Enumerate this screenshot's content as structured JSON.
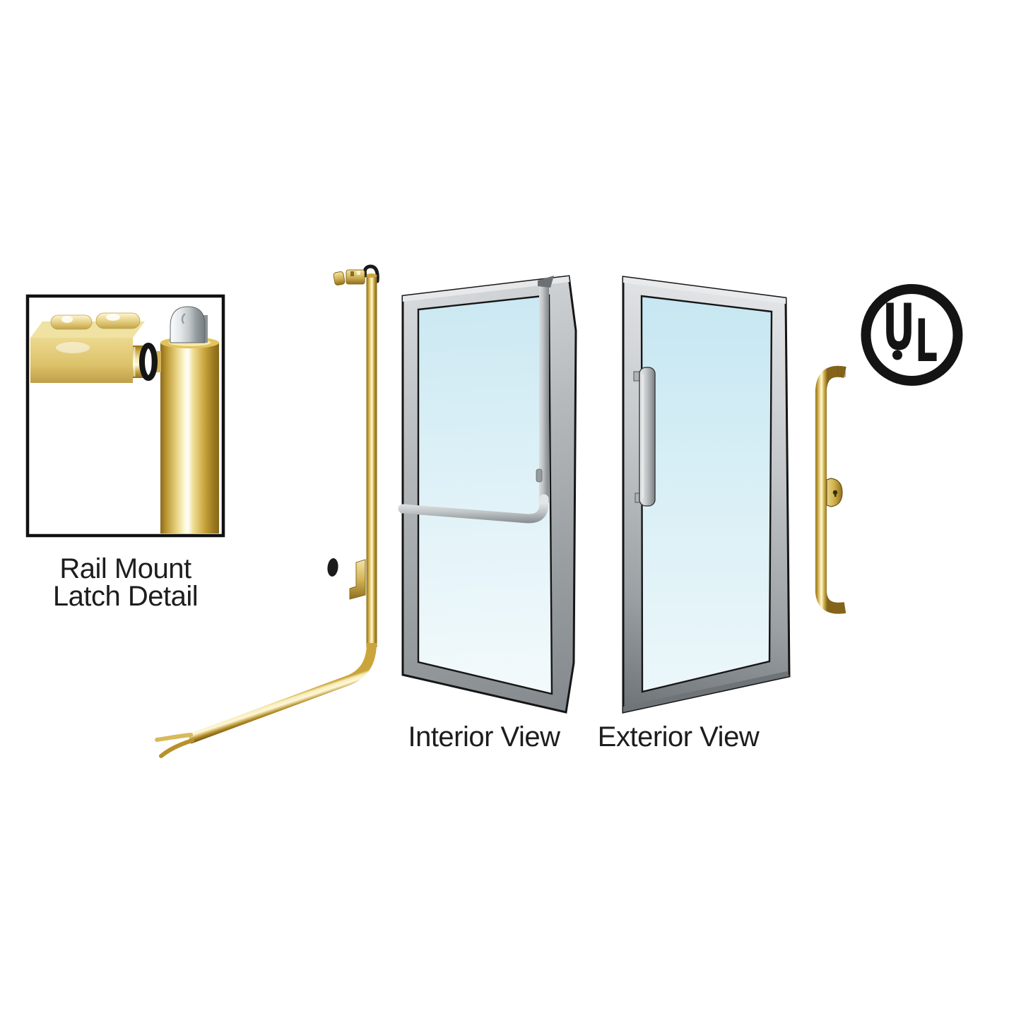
{
  "page": {
    "background_color": "#ffffff"
  },
  "inset": {
    "caption_line1": "Rail Mount",
    "caption_line2": "Latch Detail"
  },
  "views": {
    "interior_label": "Interior View",
    "exterior_label": "Exterior View"
  },
  "ul_mark": {
    "letter_u": "U",
    "letter_l": "L"
  },
  "colors": {
    "brass": "#d4b14a",
    "brass_dark": "#8a6a1c",
    "brass_highlight": "#fdf6d0",
    "silver_hardware": "#b9bec1",
    "door_frame_gray": "#a9aeb1",
    "glass_tint": "#cfeaf3",
    "outline_black": "#161616",
    "text_color": "#1d1d1d"
  }
}
